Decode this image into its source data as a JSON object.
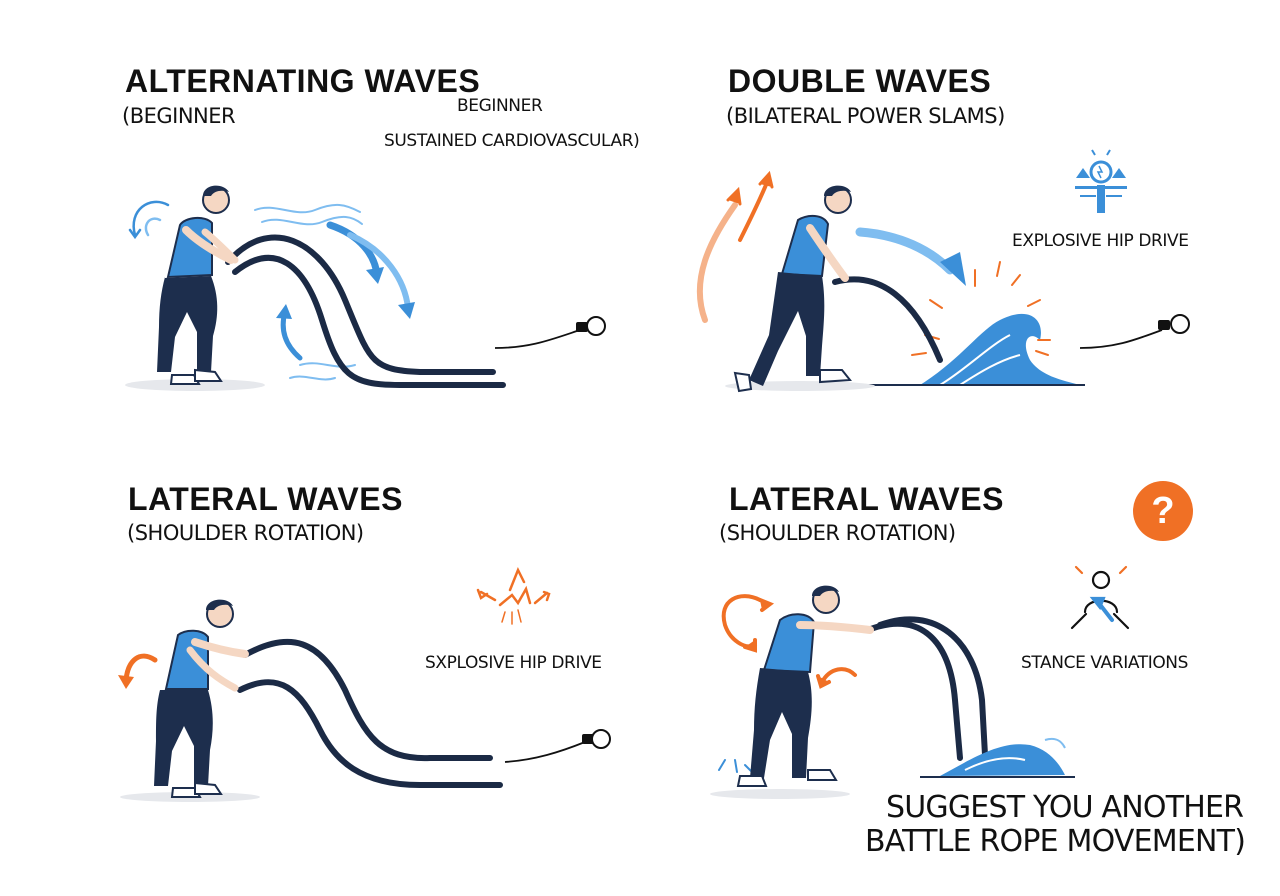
{
  "panels": [
    {
      "title": "ALTERNATING WAVES",
      "subtitle": "(BEGINNER",
      "notes": [
        "BEGINNER",
        "SUSTAINED CARDIOVASCULAR)"
      ]
    },
    {
      "title": "DOUBLE WAVES",
      "subtitle": "(BILATERAL POWER SLAMS)",
      "feature_label": "EXPLOSIVE HIP DRIVE",
      "feature_icon": "hip-drive-target-icon"
    },
    {
      "title": "LATERAL WAVES",
      "subtitle": "(SHOULDER ROTATION)",
      "feature_label": "SXPLOSIVE HIP DRIVE",
      "feature_icon": "burst-arrows-icon"
    },
    {
      "title": "LATERAL WAVES",
      "subtitle": "(SHOULDER ROTATION)",
      "feature_label": "STANCE VARIATIONS",
      "feature_icon": "stance-person-icon",
      "badge": "?",
      "footer_lines": [
        "SUGGEST YOU ANOTHER",
        "BATTLE ROPE MOVEMENT)"
      ]
    }
  ],
  "colors": {
    "blue": "#3b8fd8",
    "light_blue": "#7fbdf0",
    "orange": "#f07025",
    "navy": "#1d2e4d",
    "rope": "#1b2a45"
  }
}
